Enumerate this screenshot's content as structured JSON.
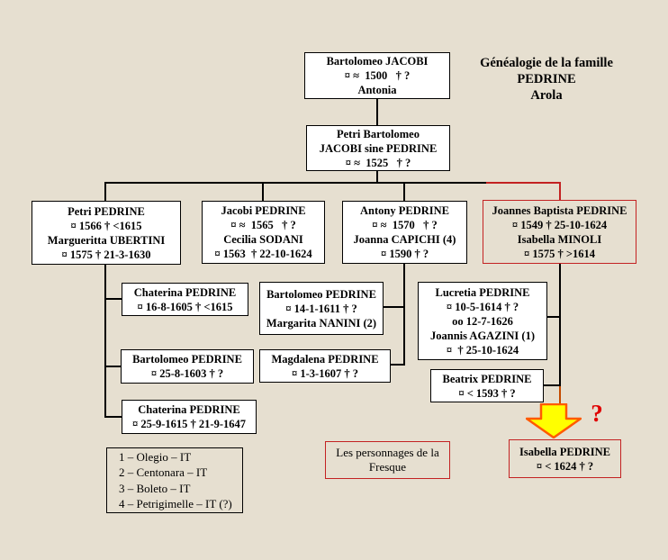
{
  "title": {
    "lines": [
      "Généalogie de la famille",
      "PEDRINE",
      "Arola"
    ]
  },
  "persons": {
    "bartolomeo_jacobi": {
      "lines": [
        "Bartolomeo JACOBI",
        "¤ ≈  1500   † ?",
        "Antonia"
      ]
    },
    "petri_bartolomeo": {
      "lines": [
        "Petri Bartolomeo",
        "JACOBI sine PEDRINE",
        "¤ ≈  1525   † ?"
      ]
    },
    "petri_pedrine": {
      "lines": [
        "Petri PEDRINE",
        "¤ 1566 † <1615",
        "Margueritta UBERTINI",
        "¤ 1575 † 21-3-1630"
      ]
    },
    "jacobi_pedrine": {
      "lines": [
        "Jacobi PEDRINE",
        "¤ ≈  1565   † ?",
        "Cecilia SODANI",
        "¤ 1563  † 22-10-1624"
      ]
    },
    "antony_pedrine": {
      "lines": [
        "Antony PEDRINE",
        "¤ ≈  1570   † ?",
        "Joanna CAPICHI (4)",
        "¤ 1590 † ?"
      ]
    },
    "joannes_baptista_pedrine": {
      "lines": [
        "Joannes Baptista PEDRINE",
        "¤ 1549 † 25-10-1624",
        "Isabella MINOLI",
        "¤ 1575 † >1614"
      ]
    },
    "chaterina_1605": {
      "lines": [
        "Chaterina PEDRINE",
        "¤ 16-8-1605 † <1615"
      ]
    },
    "bartolomeo_1611": {
      "lines": [
        "Bartolomeo PEDRINE",
        "¤ 14-1-1611 † ?",
        "Margarita NANINI (2)"
      ]
    },
    "lucretia_pedrine": {
      "lines": [
        "Lucretia PEDRINE",
        "¤ 10-5-1614 † ?",
        "oo 12-7-1626",
        "Joannis AGAZINI (1)",
        "¤  † 25-10-1624"
      ]
    },
    "bartolomeo_1603": {
      "lines": [
        "Bartolomeo PEDRINE",
        "¤ 25-8-1603 † ?"
      ]
    },
    "magdalena_pedrine": {
      "lines": [
        "Magdalena PEDRINE",
        "¤ 1-3-1607 † ?"
      ]
    },
    "beatrix_pedrine": {
      "lines": [
        "Beatrix PEDRINE",
        "¤ < 1593 † ?"
      ]
    },
    "chaterina_1615": {
      "lines": [
        "Chaterina PEDRINE",
        "¤ 25-9-1615 † 21-9-1647"
      ]
    },
    "isabella_pedrine": {
      "lines": [
        "Isabella PEDRINE",
        "¤ < 1624 † ?"
      ]
    }
  },
  "legend": {
    "lines": [
      "1 – Olegio – IT",
      "2 – Centonara – IT",
      "3 – Boleto – IT",
      "4 – Petrigimelle – IT (?)"
    ]
  },
  "fresque": {
    "lines": [
      "Les personnages de la",
      "Fresque"
    ]
  },
  "annotations": {
    "question_mark": "?"
  },
  "colors": {
    "background": "#e6dfd0",
    "box_fill": "#ffffff",
    "box_border": "#000000",
    "highlight_border": "#c32222",
    "arrow_fill": "#ffff00",
    "arrow_border": "#ff5a00",
    "question_mark": "#e00000"
  }
}
